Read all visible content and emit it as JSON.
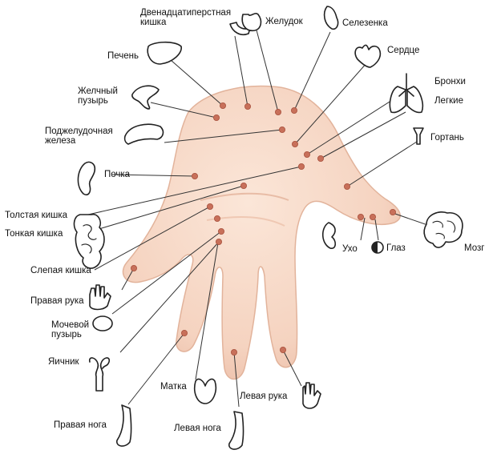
{
  "labels": {
    "duodenum": [
      "Двенадцатиперстная",
      "кишка"
    ],
    "stomach": "Желудок",
    "spleen": "Селезенка",
    "liver": "Печень",
    "heart": "Сердце",
    "gallbladder": [
      "Желчный",
      "пузырь"
    ],
    "bronchi": "Бронхи",
    "lungs": "Легкие",
    "pancreas": [
      "Поджелудочная",
      "железа"
    ],
    "larynx": "Гортань",
    "kidney": "Почка",
    "large_intestine": "Толстая кишка",
    "small_intestine": "Тонкая кишка",
    "ear": "Ухо",
    "eye": "Глаз",
    "brain": "Мозг",
    "cecum": "Слепая кишка",
    "right_hand": "Правая рука",
    "bladder": [
      "Мочевой",
      "пузырь"
    ],
    "ovary": "Яичник",
    "uterus": "Матка",
    "left_hand": "Левая рука",
    "right_leg": "Правая нога",
    "left_leg": "Левая нога"
  },
  "colors": {
    "skin": "#f7d9c8",
    "skin_shadow": "#ecbfa9",
    "point": "#c8705a",
    "line": "#333333",
    "organ_stroke": "#222222"
  },
  "icons": [
    "duodenum-icon",
    "stomach-icon",
    "spleen-icon",
    "liver-icon",
    "heart-icon",
    "gallbladder-icon",
    "lungs-icon",
    "pancreas-icon",
    "larynx-icon",
    "kidney-icon",
    "intestine-icon",
    "ear-icon",
    "eye-icon",
    "brain-icon",
    "hand-icon",
    "bladder-icon",
    "ovary-icon",
    "uterus-icon",
    "foot-icon"
  ]
}
